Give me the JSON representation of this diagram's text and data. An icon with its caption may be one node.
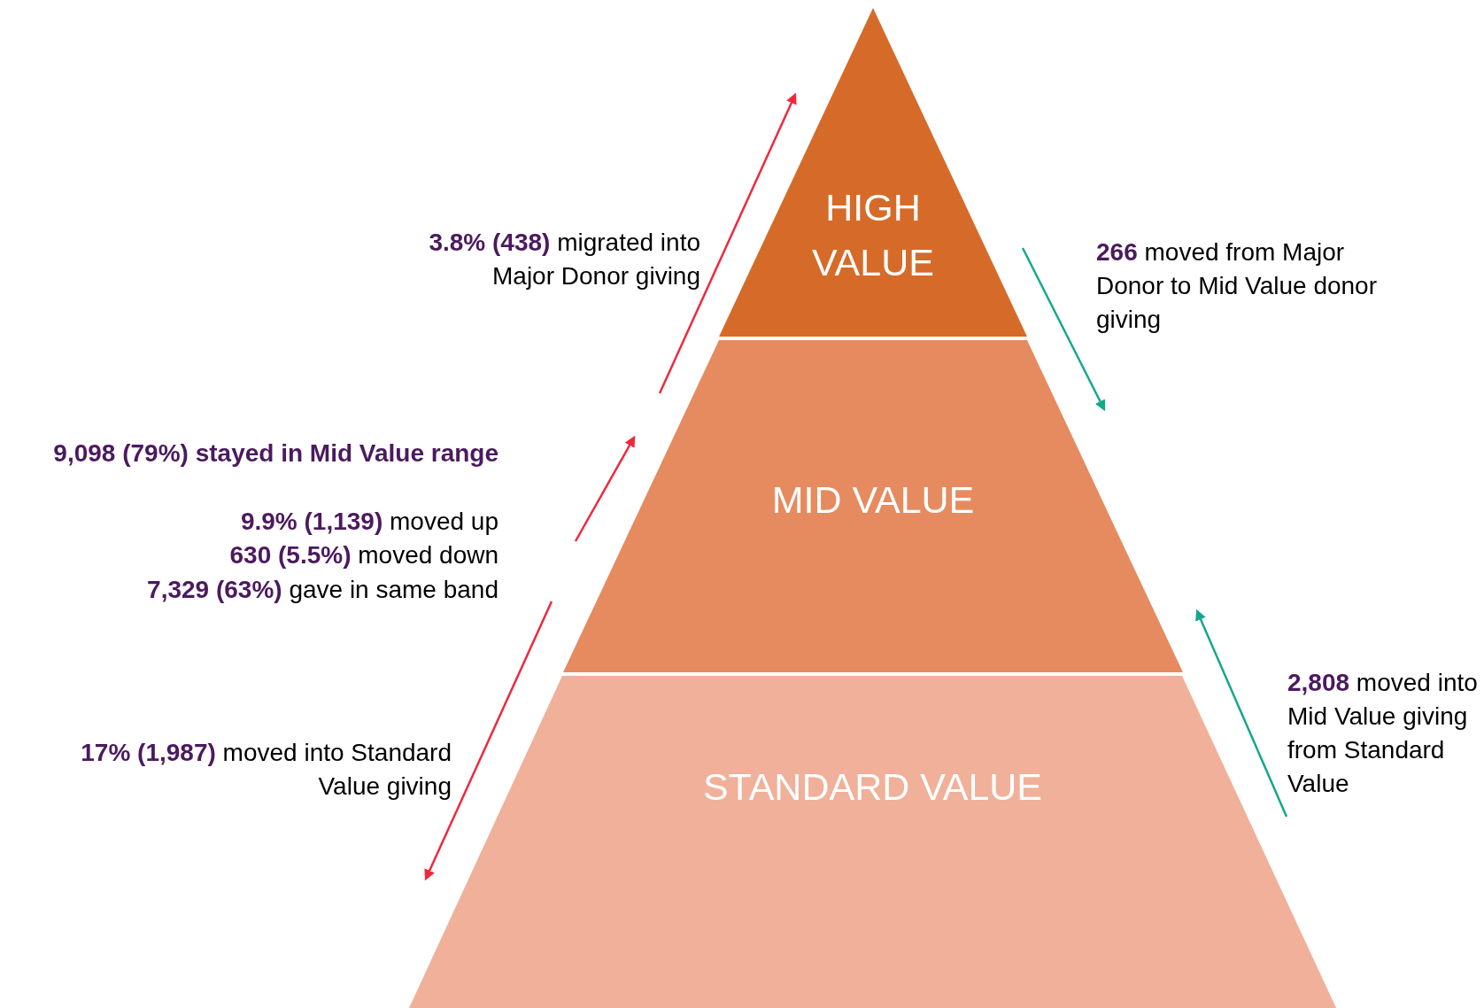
{
  "diagram": {
    "nodes": [
      {
        "text": [
          "HIGH VALUE"
        ]
      },
      {
        "text": [
          "MID VALUE"
        ]
      },
      {
        "text": [
          "STANDARD VALUE"
        ]
      }
    ],
    "labels": [
      "**3.8% (438)** migrated into Major Donor giving",
      "**266** moved from Major Donor to Mid Value donor giving",
      "9,098 (79%) stayed in Mid Value range",
      "**9.9% (1,139)** moved up",
      "**630 (5.5%)** moved down",
      "**7,329 (63%)** gave in same band",
      "**17% (1,987)** moved into Standard Value giving",
      "**2,808** moved into Mid Value giving from Standard Value"
    ]
  }
}
